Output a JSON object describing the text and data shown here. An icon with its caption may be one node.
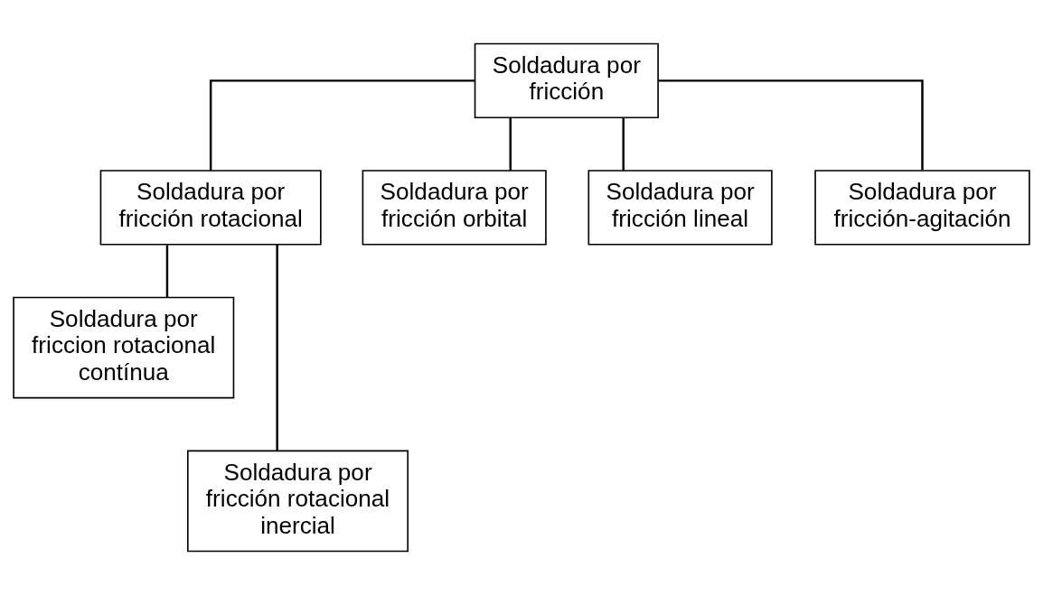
{
  "diagram": {
    "nodes": [
      {
        "text": [
          "Soldadura por fricción"
        ]
      },
      {
        "text": [
          "Soldadura por fricción rotacional"
        ]
      },
      {
        "text": [
          "Soldadura por fricción orbital"
        ]
      },
      {
        "text": [
          "Soldadura por fricción lineal"
        ]
      },
      {
        "text": [
          "Soldadura por fricción-agitación"
        ]
      },
      {
        "text": [
          "Soldadura por friccion rotacional contínua"
        ]
      },
      {
        "text": [
          "Soldadura por fricción rotacional inercial"
        ]
      }
    ],
    "edges": [
      {
        "from": 0,
        "to": 1,
        "arrow": "none"
      },
      {
        "from": 0,
        "to": 2,
        "arrow": "none"
      },
      {
        "from": 0,
        "to": 3,
        "arrow": "none"
      },
      {
        "from": 0,
        "to": 4,
        "arrow": "none"
      },
      {
        "from": 1,
        "to": 5,
        "arrow": "none"
      },
      {
        "from": 1,
        "to": 6,
        "arrow": "none"
      }
    ]
  }
}
